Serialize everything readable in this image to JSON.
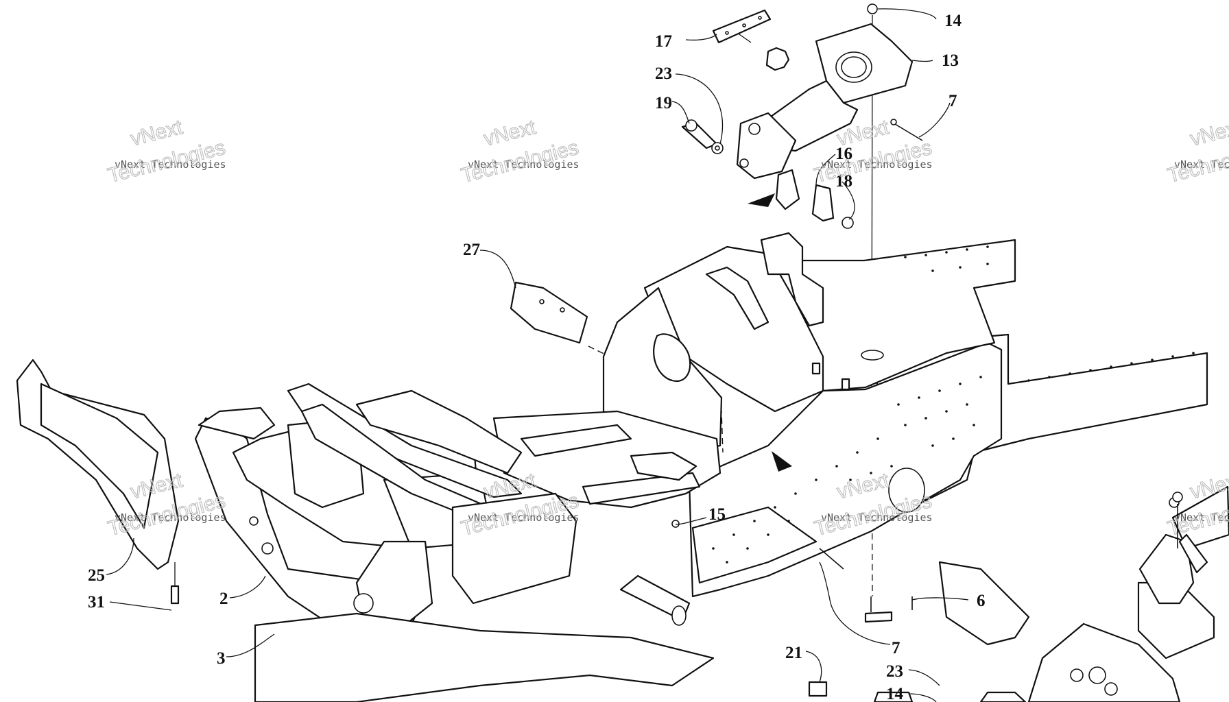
{
  "watermark": {
    "brand": "vNext",
    "company": "vNext Technologies",
    "word": "Technologies"
  },
  "callouts": {
    "c1": "14",
    "c2": "17",
    "c3": "13",
    "c4": "23",
    "c5": "19",
    "c6": "7",
    "c7": "16",
    "c8": "18",
    "c9": "27",
    "c10": "15",
    "c11": "25",
    "c12": "31",
    "c13": "2",
    "c14": "3",
    "c15": "6",
    "c16": "7",
    "c17": "21",
    "c18": "23",
    "c19": "14"
  }
}
